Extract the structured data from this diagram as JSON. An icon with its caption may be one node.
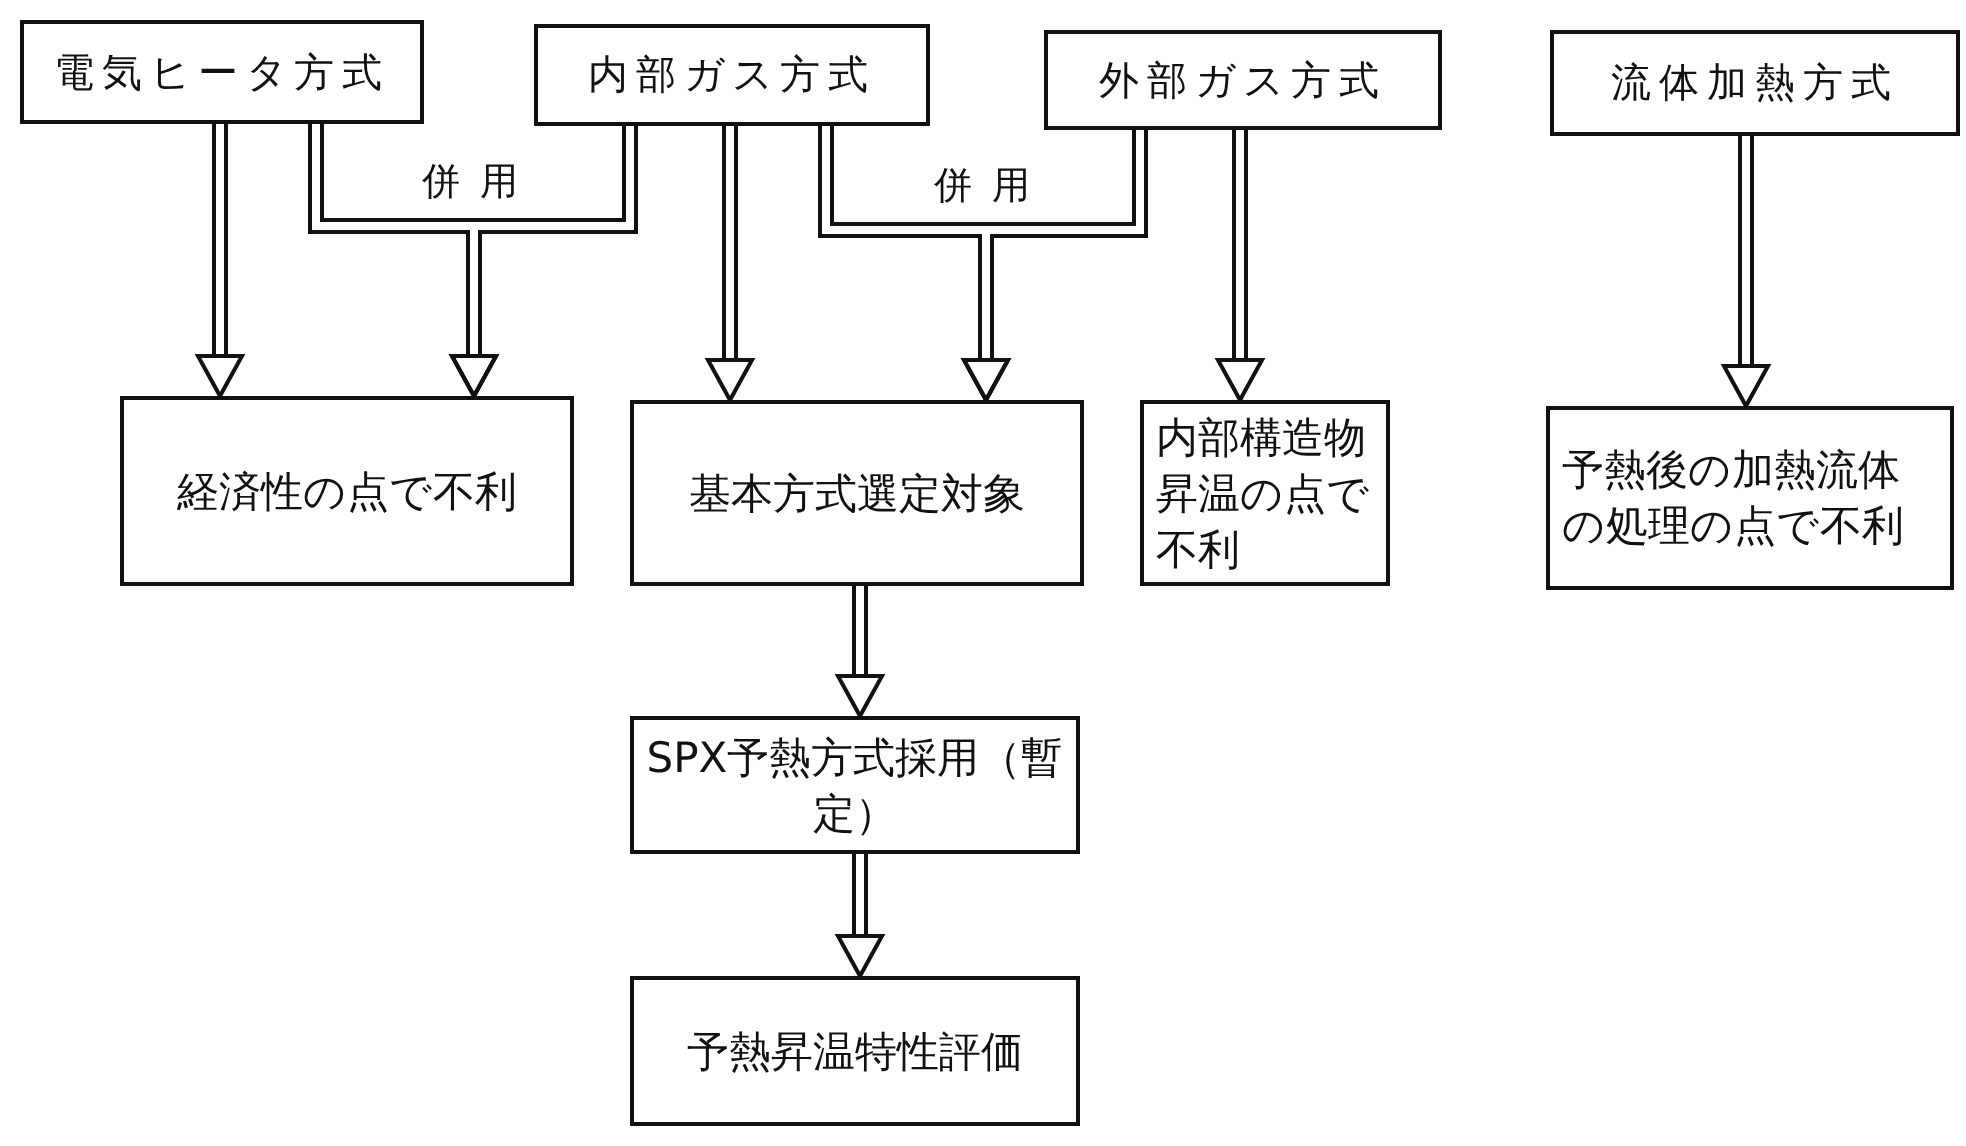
{
  "diagram": {
    "nodes": [
      {
        "text": [
          "電気ヒータ方式"
        ]
      },
      {
        "text": [
          "内部ガス方式"
        ]
      },
      {
        "text": [
          "外部ガス方式"
        ]
      },
      {
        "text": [
          "流体加熱方式"
        ]
      },
      {
        "text": [
          "経済性の点で不利"
        ]
      },
      {
        "text": [
          "基本方式選定対象"
        ]
      },
      {
        "text": [
          "内部構造物昇温の点で不利"
        ]
      },
      {
        "text": [
          "予熱後の加熱流体の処理の点で不利"
        ]
      },
      {
        "text": [
          "SPX予熱方式採用（暫定）"
        ]
      },
      {
        "text": [
          "予熱昇温特性評価"
        ]
      }
    ],
    "edges": [
      {
        "from": 0,
        "to": 4,
        "arrow": "to"
      },
      {
        "from": 0,
        "to": 4,
        "arrow": "to",
        "label": "併用"
      },
      {
        "from": 1,
        "to": 4,
        "arrow": "to"
      },
      {
        "from": 1,
        "to": 5,
        "arrow": "to"
      },
      {
        "from": 1,
        "to": 5,
        "arrow": "to",
        "label": "併用"
      },
      {
        "from": 2,
        "to": 5,
        "arrow": "to"
      },
      {
        "from": 2,
        "to": 6,
        "arrow": "to"
      },
      {
        "from": 3,
        "to": 7,
        "arrow": "to"
      },
      {
        "from": 5,
        "to": 8,
        "arrow": "to"
      },
      {
        "from": 8,
        "to": 9,
        "arrow": "to"
      }
    ]
  }
}
